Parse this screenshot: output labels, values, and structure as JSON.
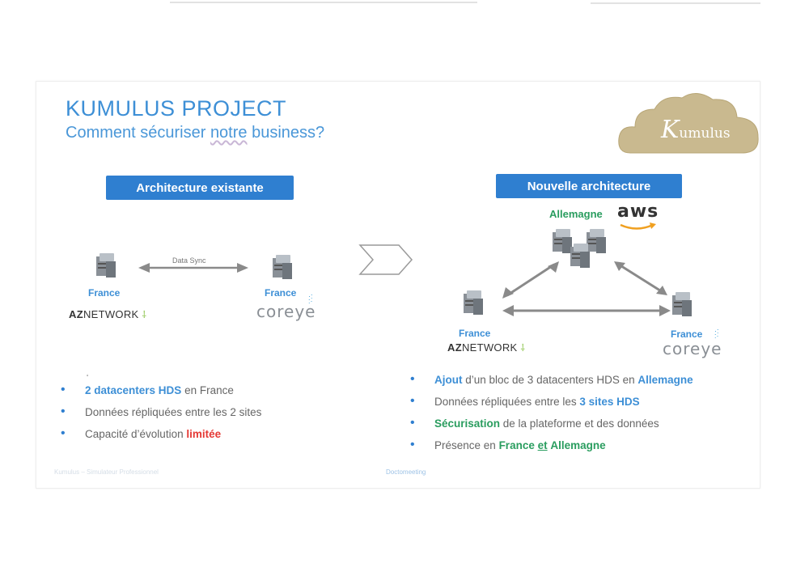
{
  "header": {
    "title": "KUMULUS PROJECT",
    "subtitle_before": "Comment sécuriser ",
    "subtitle_wavy": "notre",
    "subtitle_after": " business?"
  },
  "logo": {
    "k": "K",
    "rest": "umulus",
    "cloud_color": "#c9b98f"
  },
  "left": {
    "pill": "Architecture existante",
    "sync_label": "Data Sync",
    "site1_label": "France",
    "site2_label": "France",
    "az_bold": "AZ",
    "az_rest": "NETWORK",
    "coreye": "coreye",
    "bullets": {
      "b1_hl": "2 datacenters HDS",
      "b1_rest": " en France",
      "b2": "Données répliquées entre les 2 sites",
      "b3_text": "Capacité d’évolution ",
      "b3_hl": "limitée"
    }
  },
  "right": {
    "pill": "Nouvelle architecture",
    "germany_label": "Allemagne",
    "aws": "aws",
    "france1_label": "France",
    "france2_label": "France",
    "az_bold": "AZ",
    "az_rest": "NETWORK",
    "coreye": "coreye",
    "bullets": {
      "b1_hl1": "Ajout",
      "b1_text": " d’un bloc de 3 datacenters HDS en ",
      "b1_hl2": "Allemagne",
      "b2_text": "Données répliquées entre les ",
      "b2_hl": "3 sites HDS",
      "b3_hl": "Sécurisation",
      "b3_text": " de la plateforme et des données",
      "b4_text": "Présence en ",
      "b4_hl1": "France",
      "b4_hl2": "et",
      "b4_hl3": "Allemagne"
    }
  },
  "footer": {
    "left": "Kumulus – Simulateur Professionnel",
    "middle": "Doctomeeting"
  },
  "colors": {
    "accent_blue": "#2f7fd0",
    "highlight_red": "#e53935",
    "highlight_green": "#2a9d5f"
  }
}
